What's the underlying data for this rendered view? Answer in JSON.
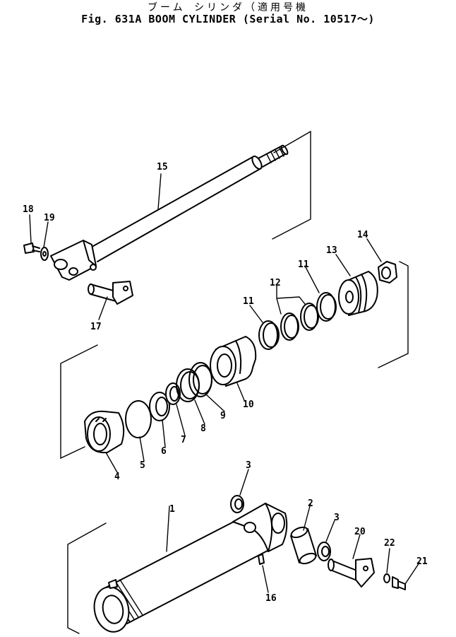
{
  "header": {
    "title_jp": "ブーム シリンダ（適用号機",
    "title_en": "Fig. 631A  BOOM  CYLINDER  (Serial  No.  10517～)"
  },
  "parts": [
    {
      "num": "1"
    },
    {
      "num": "2"
    },
    {
      "num": "3"
    },
    {
      "num": "3"
    },
    {
      "num": "4"
    },
    {
      "num": "5"
    },
    {
      "num": "6"
    },
    {
      "num": "7"
    },
    {
      "num": "8"
    },
    {
      "num": "9"
    },
    {
      "num": "10"
    },
    {
      "num": "11"
    },
    {
      "num": "11"
    },
    {
      "num": "12"
    },
    {
      "num": "13"
    },
    {
      "num": "14"
    },
    {
      "num": "15"
    },
    {
      "num": "16"
    },
    {
      "num": "17"
    },
    {
      "num": "18"
    },
    {
      "num": "19"
    },
    {
      "num": "20"
    },
    {
      "num": "21"
    },
    {
      "num": "22"
    }
  ]
}
